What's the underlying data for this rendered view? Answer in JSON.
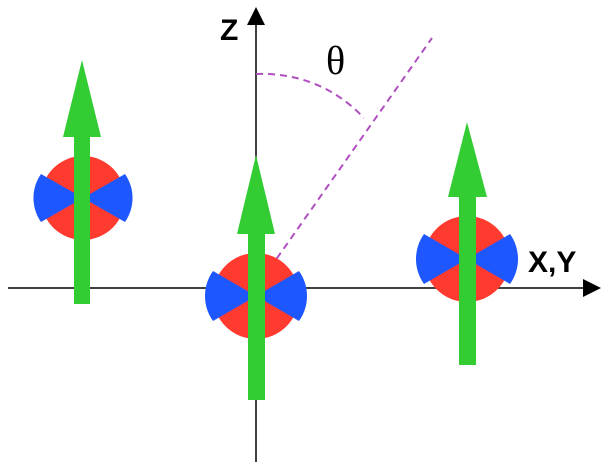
{
  "labels": {
    "z_axis": "Z",
    "xy_axis": "X,Y",
    "angle": "θ"
  },
  "colors": {
    "axis": "#000000",
    "arrow": "#33cc33",
    "sphere_red": "#ff3b2f",
    "sphere_blue": "#1f57ff",
    "angle_line": "#b04fc0"
  },
  "spins": [
    {
      "name": "spin-left",
      "orientation": "up"
    },
    {
      "name": "spin-center",
      "orientation": "up"
    },
    {
      "name": "spin-right",
      "orientation": "up"
    }
  ],
  "icons": {
    "spin_symbol": "sphere-with-bowtie-quadrants",
    "moment": "arrow-up"
  }
}
